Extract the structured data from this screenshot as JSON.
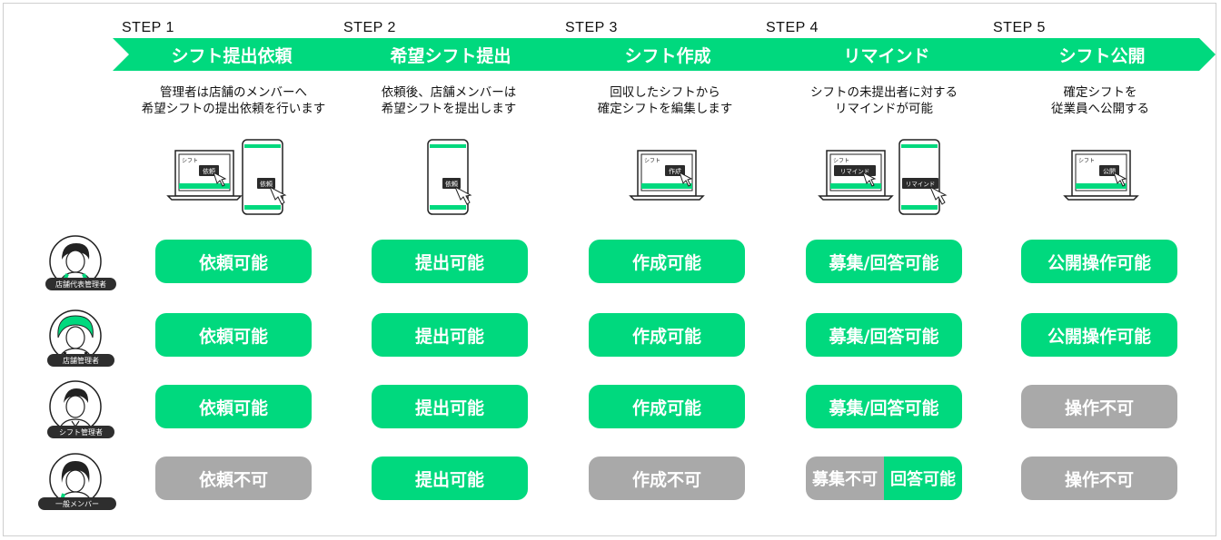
{
  "steps": [
    {
      "step": "STEP 1",
      "title": "シフト提出依頼",
      "desc": [
        "管理者は店舗のメンバーへ",
        "希望シフトの提出依頼を行います"
      ]
    },
    {
      "step": "STEP 2",
      "title": "希望シフト提出",
      "desc": [
        "依頼後、店舗メンバーは",
        "希望シフトを提出します"
      ]
    },
    {
      "step": "STEP 3",
      "title": "シフト作成",
      "desc": [
        "回収したシフトから",
        "確定シフトを編集します"
      ]
    },
    {
      "step": "STEP 4",
      "title": "リマインド",
      "desc": [
        "シフトの未提出者に対する",
        "リマインドが可能"
      ]
    },
    {
      "step": "STEP 5",
      "title": "シフト公開",
      "desc": [
        "確定シフトを",
        "従業員へ公開する"
      ]
    }
  ],
  "illustrations": {
    "s1_laptop_label": "シフト",
    "s1_laptop_button": "依頼",
    "s1_phone_button": "依頼",
    "s2_phone_button": "依頼",
    "s3_laptop_label": "シフト",
    "s3_laptop_button": "作成",
    "s4_laptop_label": "シフト",
    "s4_laptop_button": "リマインド",
    "s4_phone_button": "リマインド",
    "s5_laptop_label": "シフト",
    "s5_laptop_button": "公開"
  },
  "roles": [
    {
      "name": "店舗代表管理者"
    },
    {
      "name": "店舗管理者"
    },
    {
      "name": "シフト管理者"
    },
    {
      "name": "一般メンバー"
    }
  ],
  "matrix": [
    [
      {
        "label": "依頼可能",
        "state": "on"
      },
      {
        "label": "提出可能",
        "state": "on"
      },
      {
        "label": "作成可能",
        "state": "on"
      },
      {
        "label": "募集/回答可能",
        "state": "on"
      },
      {
        "label": "公開操作可能",
        "state": "on"
      }
    ],
    [
      {
        "label": "依頼可能",
        "state": "on"
      },
      {
        "label": "提出可能",
        "state": "on"
      },
      {
        "label": "作成可能",
        "state": "on"
      },
      {
        "label": "募集/回答可能",
        "state": "on"
      },
      {
        "label": "公開操作可能",
        "state": "on"
      }
    ],
    [
      {
        "label": "依頼可能",
        "state": "on"
      },
      {
        "label": "提出可能",
        "state": "on"
      },
      {
        "label": "作成可能",
        "state": "on"
      },
      {
        "label": "募集/回答可能",
        "state": "on"
      },
      {
        "label": "操作不可",
        "state": "off"
      }
    ],
    [
      {
        "label": "依頼不可",
        "state": "off"
      },
      {
        "label": "提出可能",
        "state": "on"
      },
      {
        "label": "作成不可",
        "state": "off"
      },
      {
        "label": "募集不可",
        "label2": "回答可能",
        "state": "split"
      },
      {
        "label": "操作不可",
        "state": "off"
      }
    ]
  ],
  "colors": {
    "accent": "#00d97e",
    "disabled": "#a9a9a9"
  }
}
